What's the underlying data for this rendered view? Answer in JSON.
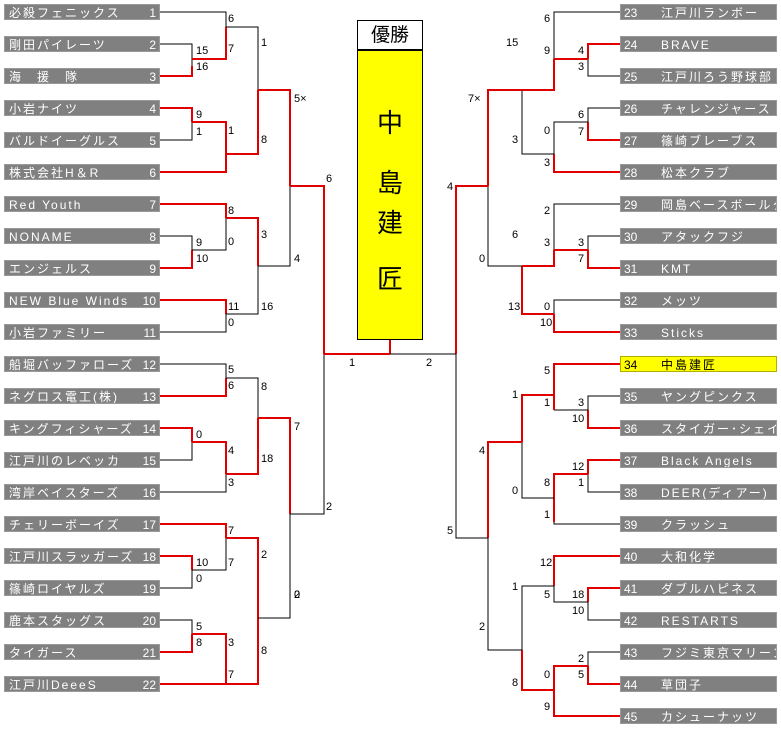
{
  "header": "優勝",
  "champion_chars": [
    "中",
    "島",
    "建",
    "匠"
  ],
  "colors": {
    "win_line": "#e00000",
    "line": "#000000",
    "team_bg": "#808080",
    "champ_bg": "#ffff00"
  },
  "left_teams": [
    {
      "seed": "1",
      "name": "必殺フェニックス"
    },
    {
      "seed": "2",
      "name": "剛田パイレーツ"
    },
    {
      "seed": "3",
      "name": "海　援　隊"
    },
    {
      "seed": "4",
      "name": "小岩ナイツ"
    },
    {
      "seed": "5",
      "name": "バルドイーグルス"
    },
    {
      "seed": "6",
      "name": "株式会社H＆R"
    },
    {
      "seed": "7",
      "name": "Red Youth"
    },
    {
      "seed": "8",
      "name": "NONAME"
    },
    {
      "seed": "9",
      "name": "エンジェルス"
    },
    {
      "seed": "10",
      "name": "NEW Blue Winds"
    },
    {
      "seed": "11",
      "name": "小岩ファミリー"
    },
    {
      "seed": "12",
      "name": "船堀バッファローズ"
    },
    {
      "seed": "13",
      "name": "ネグロス電工(株)"
    },
    {
      "seed": "14",
      "name": "キングフィシャーズ"
    },
    {
      "seed": "15",
      "name": "江戸川のレベッカ"
    },
    {
      "seed": "16",
      "name": "湾岸ベイスターズ"
    },
    {
      "seed": "17",
      "name": "チェリーボーイズ"
    },
    {
      "seed": "18",
      "name": "江戸川スラッガーズ"
    },
    {
      "seed": "19",
      "name": "篠崎ロイヤルズ"
    },
    {
      "seed": "20",
      "name": "鹿本スタッグス"
    },
    {
      "seed": "21",
      "name": "タイガース"
    },
    {
      "seed": "22",
      "name": "江戸川DeeeS"
    }
  ],
  "right_teams": [
    {
      "seed": "23",
      "name": "江戸川ランボー"
    },
    {
      "seed": "24",
      "name": "BRAVE"
    },
    {
      "seed": "25",
      "name": "江戸川ろう野球部"
    },
    {
      "seed": "26",
      "name": "チャレンジャース"
    },
    {
      "seed": "27",
      "name": "篠崎ブレーブス"
    },
    {
      "seed": "28",
      "name": "松本クラブ"
    },
    {
      "seed": "29",
      "name": "岡島ベースボールクラブ"
    },
    {
      "seed": "30",
      "name": "アタックフジ"
    },
    {
      "seed": "31",
      "name": "KMT"
    },
    {
      "seed": "32",
      "name": "メッツ"
    },
    {
      "seed": "33",
      "name": "Sticks"
    },
    {
      "seed": "34",
      "name": "中島建匠"
    },
    {
      "seed": "35",
      "name": "ヤングピンクス"
    },
    {
      "seed": "36",
      "name": "スタイガー･シェイクス"
    },
    {
      "seed": "37",
      "name": "Black Angels"
    },
    {
      "seed": "38",
      "name": "DEER(ディアー)"
    },
    {
      "seed": "39",
      "name": "クラッシュ"
    },
    {
      "seed": "40",
      "name": "大和化学"
    },
    {
      "seed": "41",
      "name": "ダブルハピネス"
    },
    {
      "seed": "42",
      "name": "RESTARTS"
    },
    {
      "seed": "43",
      "name": "フジミ東京マリーンズ"
    },
    {
      "seed": "44",
      "name": "草団子"
    },
    {
      "seed": "45",
      "name": "カシューナッツ"
    }
  ],
  "scores": {
    "m1": "6",
    "m2": "1",
    "m3": "15",
    "m4": "16",
    "m5": "7",
    "m6": "9",
    "m7": "1",
    "m8": "1",
    "m9": "8",
    "m10": "5×",
    "m11": "6",
    "m12": "8",
    "m13": "0",
    "m14": "9",
    "m15": "10",
    "m16": "3",
    "m17": "11",
    "m18": "0",
    "m19": "16",
    "m20": "4",
    "m21": "5",
    "m22": "6",
    "m23": "8",
    "m24": "7",
    "m25": "0",
    "m26": "4",
    "m27": "18",
    "m28": "3",
    "m29": "7",
    "m30": "2",
    "m31": "7",
    "m32": "0",
    "m33": "10",
    "m34": "2",
    "m35": "5",
    "m36": "2",
    "m37": "8",
    "m38": "3",
    "m39": "7",
    "m40": "8",
    "m41": "0",
    "f1": "1",
    "f2": "2",
    "r1": "6",
    "r2": "15",
    "r3": "9",
    "r4": "4",
    "r5": "3",
    "r6": "7×",
    "r7": "6",
    "r8": "7",
    "r9": "0",
    "r10": "3",
    "r11": "3",
    "r12": "4",
    "r13": "2",
    "r14": "6",
    "r15": "3",
    "r16": "3",
    "r17": "7",
    "r18": "0",
    "r19": "13",
    "r20": "0",
    "r21": "10",
    "r22": "5",
    "r23": "1",
    "r24": "3",
    "r25": "1",
    "r26": "10",
    "r27": "4",
    "r28": "12",
    "r29": "8",
    "r30": "1",
    "r31": "0",
    "r32": "1",
    "r33": "5",
    "r34": "12",
    "r35": "1",
    "r36": "18",
    "r37": "5",
    "r38": "10",
    "r39": "2",
    "r40": "2",
    "r41": "5",
    "r42": "0",
    "r43": "9",
    "r44": "8"
  }
}
